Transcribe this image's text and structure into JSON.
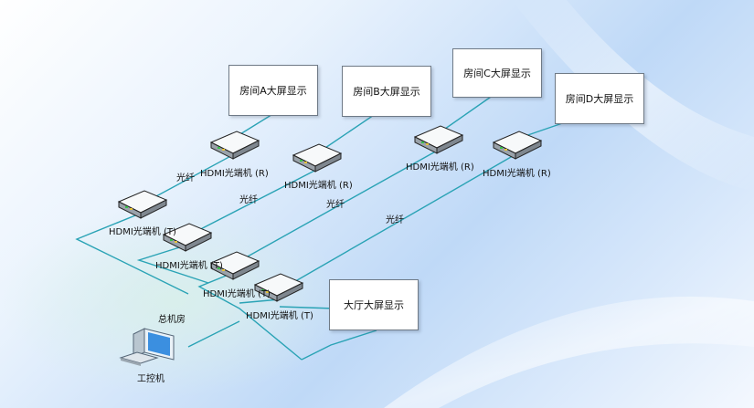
{
  "screens": [
    {
      "id": "a",
      "label": "房间A大屏显示"
    },
    {
      "id": "b",
      "label": "房间B大屏显示"
    },
    {
      "id": "c",
      "label": "房间C大屏显示"
    },
    {
      "id": "d",
      "label": "房间D大屏显示"
    },
    {
      "id": "hall",
      "label": "大厅大屏显示"
    }
  ],
  "receivers": [
    {
      "id": "ra",
      "label": "HDMI光端机 (R)"
    },
    {
      "id": "rb",
      "label": "HDMI光端机 (R)"
    },
    {
      "id": "rc",
      "label": "HDMI光端机 (R)"
    },
    {
      "id": "rd",
      "label": "HDMI光端机 (R)"
    }
  ],
  "transmitters": [
    {
      "id": "ta",
      "label": "HDMI光端机 (T)"
    },
    {
      "id": "tb",
      "label": "HDMI光端机 (T)"
    },
    {
      "id": "tc",
      "label": "HDMI光端机 (T)"
    },
    {
      "id": "td",
      "label": "HDMI光端机 (T)"
    }
  ],
  "fiber_labels": [
    "光纤",
    "光纤",
    "光纤",
    "光纤"
  ],
  "control_room_label": "总机房",
  "workstation_label": "工控机",
  "colors": {
    "wire": "#2aa3b5",
    "device_top": "#f7f9fa",
    "device_side": "#8b949c",
    "pc_screen": "#3b8fe0"
  }
}
